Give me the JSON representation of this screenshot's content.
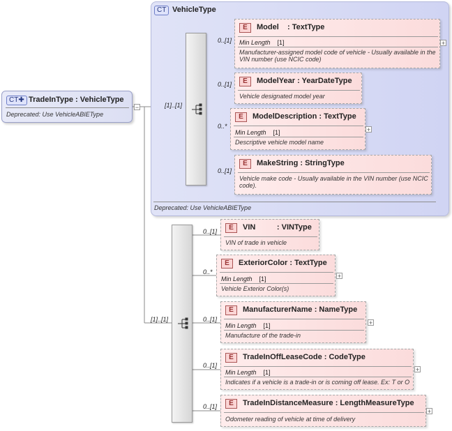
{
  "root": {
    "badge": "CT",
    "title": "TradeInType : VehicleType",
    "doc": "Deprecated: Use VehicleABIEType"
  },
  "vehicle_type": {
    "badge": "CT",
    "title": "VehicleType",
    "doc": "Deprecated: Use VehicleABIEType",
    "sequence_card": "[1]..[1]",
    "elements": [
      {
        "badge": "E",
        "name": "Model",
        "type": ": TextType",
        "card": "0..[1]",
        "facet_label": "Min Length",
        "facet_value": "[1]",
        "doc": "Manufacturer-assigned model code of vehicle - Usually available in the VIN number (use NCIC code)",
        "expander": "+"
      },
      {
        "badge": "E",
        "name": "ModelYear",
        "type": ": YearDateType",
        "card": "0..[1]",
        "doc": "Vehicle designated model year"
      },
      {
        "badge": "E",
        "name": "ModelDescription",
        "type": ": TextType",
        "card": "0..*",
        "facet_label": "Min Length",
        "facet_value": "[1]",
        "doc": "Descriptive vehicle model name",
        "expander": "+"
      },
      {
        "badge": "E",
        "name": "MakeString",
        "type": ": StringType",
        "card": "0..[1]",
        "doc": "Vehicle make code - Usually available in the VIN number (use NCIC code)."
      }
    ]
  },
  "tradein_sequence": {
    "sequence_card": "[1]..[1]",
    "elements": [
      {
        "badge": "E",
        "name": "VIN",
        "type": ": VINType",
        "card": "0..[1]",
        "doc": "VIN of trade in vehicle"
      },
      {
        "badge": "E",
        "name": "ExteriorColor",
        "type": ": TextType",
        "card": "0..*",
        "facet_label": "Min Length",
        "facet_value": "[1]",
        "doc": "Vehicle Exterior Color(s)",
        "expander": "+"
      },
      {
        "badge": "E",
        "name": "ManufacturerName",
        "type": ": NameType",
        "card": "0..[1]",
        "facet_label": "Min Length",
        "facet_value": "[1]",
        "doc": "Manufacture of the trade-in",
        "expander": "+"
      },
      {
        "badge": "E",
        "name": "TradeInOffLeaseCode",
        "type": ": CodeType",
        "card": "0..[1]",
        "facet_label": "Min Length",
        "facet_value": "[1]",
        "doc": "Indicates if a vehicle is a trade-in or is coming off lease. Ex: T or O",
        "expander": "+"
      },
      {
        "badge": "E",
        "name": "TradeInDistanceMeasure",
        "type": ": LengthMeasureType",
        "card": "0..[1]",
        "doc": "Odometer reading of vehicle at time of delivery",
        "expander": "+"
      }
    ]
  }
}
